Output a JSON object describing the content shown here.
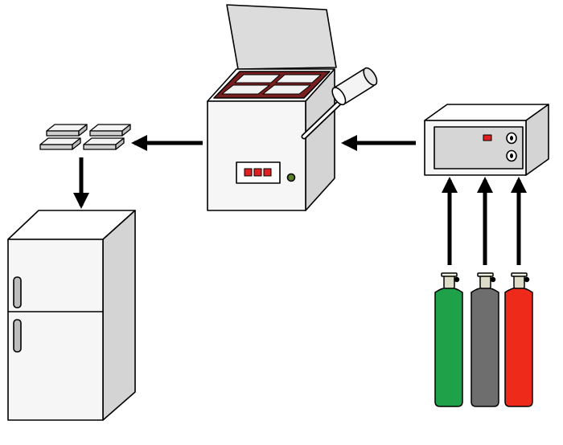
{
  "colors": {
    "outline": "#000000",
    "body_white": "#f6f6f6",
    "body_gray": "#d4d4d4",
    "tray_red": "#7a1f1f",
    "display_red": "#e02020",
    "indicator_green": "#5a7f2d",
    "cylinder_green": "#1fa14a",
    "cylinder_gray": "#6e6e6e",
    "cylinder_red": "#ee2a1a",
    "valve": "#dcdcc8",
    "arrow": "#000000"
  },
  "components": {
    "gas_mixer": {
      "icon": "gas-mixer-box-icon"
    },
    "gas_cylinders": [
      {
        "color_key": "cylinder_green",
        "icon": "gas-cylinder-icon"
      },
      {
        "color_key": "cylinder_gray",
        "icon": "gas-cylinder-icon"
      },
      {
        "color_key": "cylinder_red",
        "icon": "gas-cylinder-icon"
      }
    ],
    "packaging_machine": {
      "icon": "tray-sealing-machine-icon"
    },
    "packaged_trays": {
      "count": 4,
      "icon": "sealed-tray-icon"
    },
    "refrigerator": {
      "icon": "refrigerator-icon"
    }
  }
}
